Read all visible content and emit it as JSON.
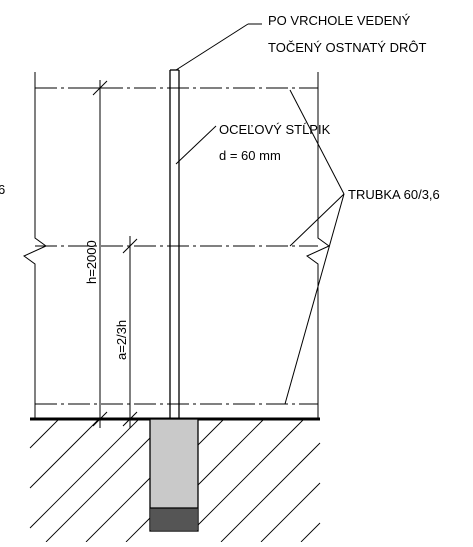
{
  "labels": {
    "wire_line1": "PO VRCHOLE VEDENÝ",
    "wire_line2": "TOČENÝ OSTNATÝ DRÔT",
    "post_line1": "OCEĽOVÝ STĹPIK",
    "post_line2": "d = 60 mm",
    "tube": "TRUBKA 60/3,6",
    "height_dim": "h=2000",
    "anchor_dim": "a=2/3h",
    "clipped_left": "6"
  }
}
